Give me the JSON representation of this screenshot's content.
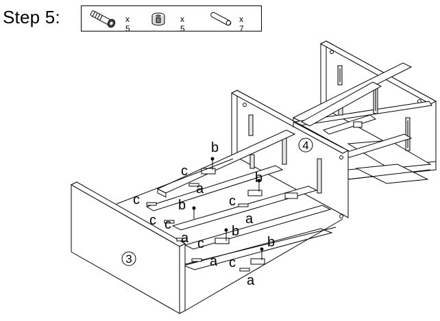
{
  "step": {
    "title": "Step 5:"
  },
  "parts": [
    {
      "icon": "cam-bolt-icon",
      "qty": "x 5"
    },
    {
      "icon": "cam-lock-nut-icon",
      "qty": "x 5"
    },
    {
      "icon": "wooden-dowel-icon",
      "qty": "x 7"
    }
  ],
  "panels": {
    "left_side": "3",
    "center_divider": "4"
  },
  "labels": {
    "a": "a",
    "b": "b",
    "c": "c"
  }
}
